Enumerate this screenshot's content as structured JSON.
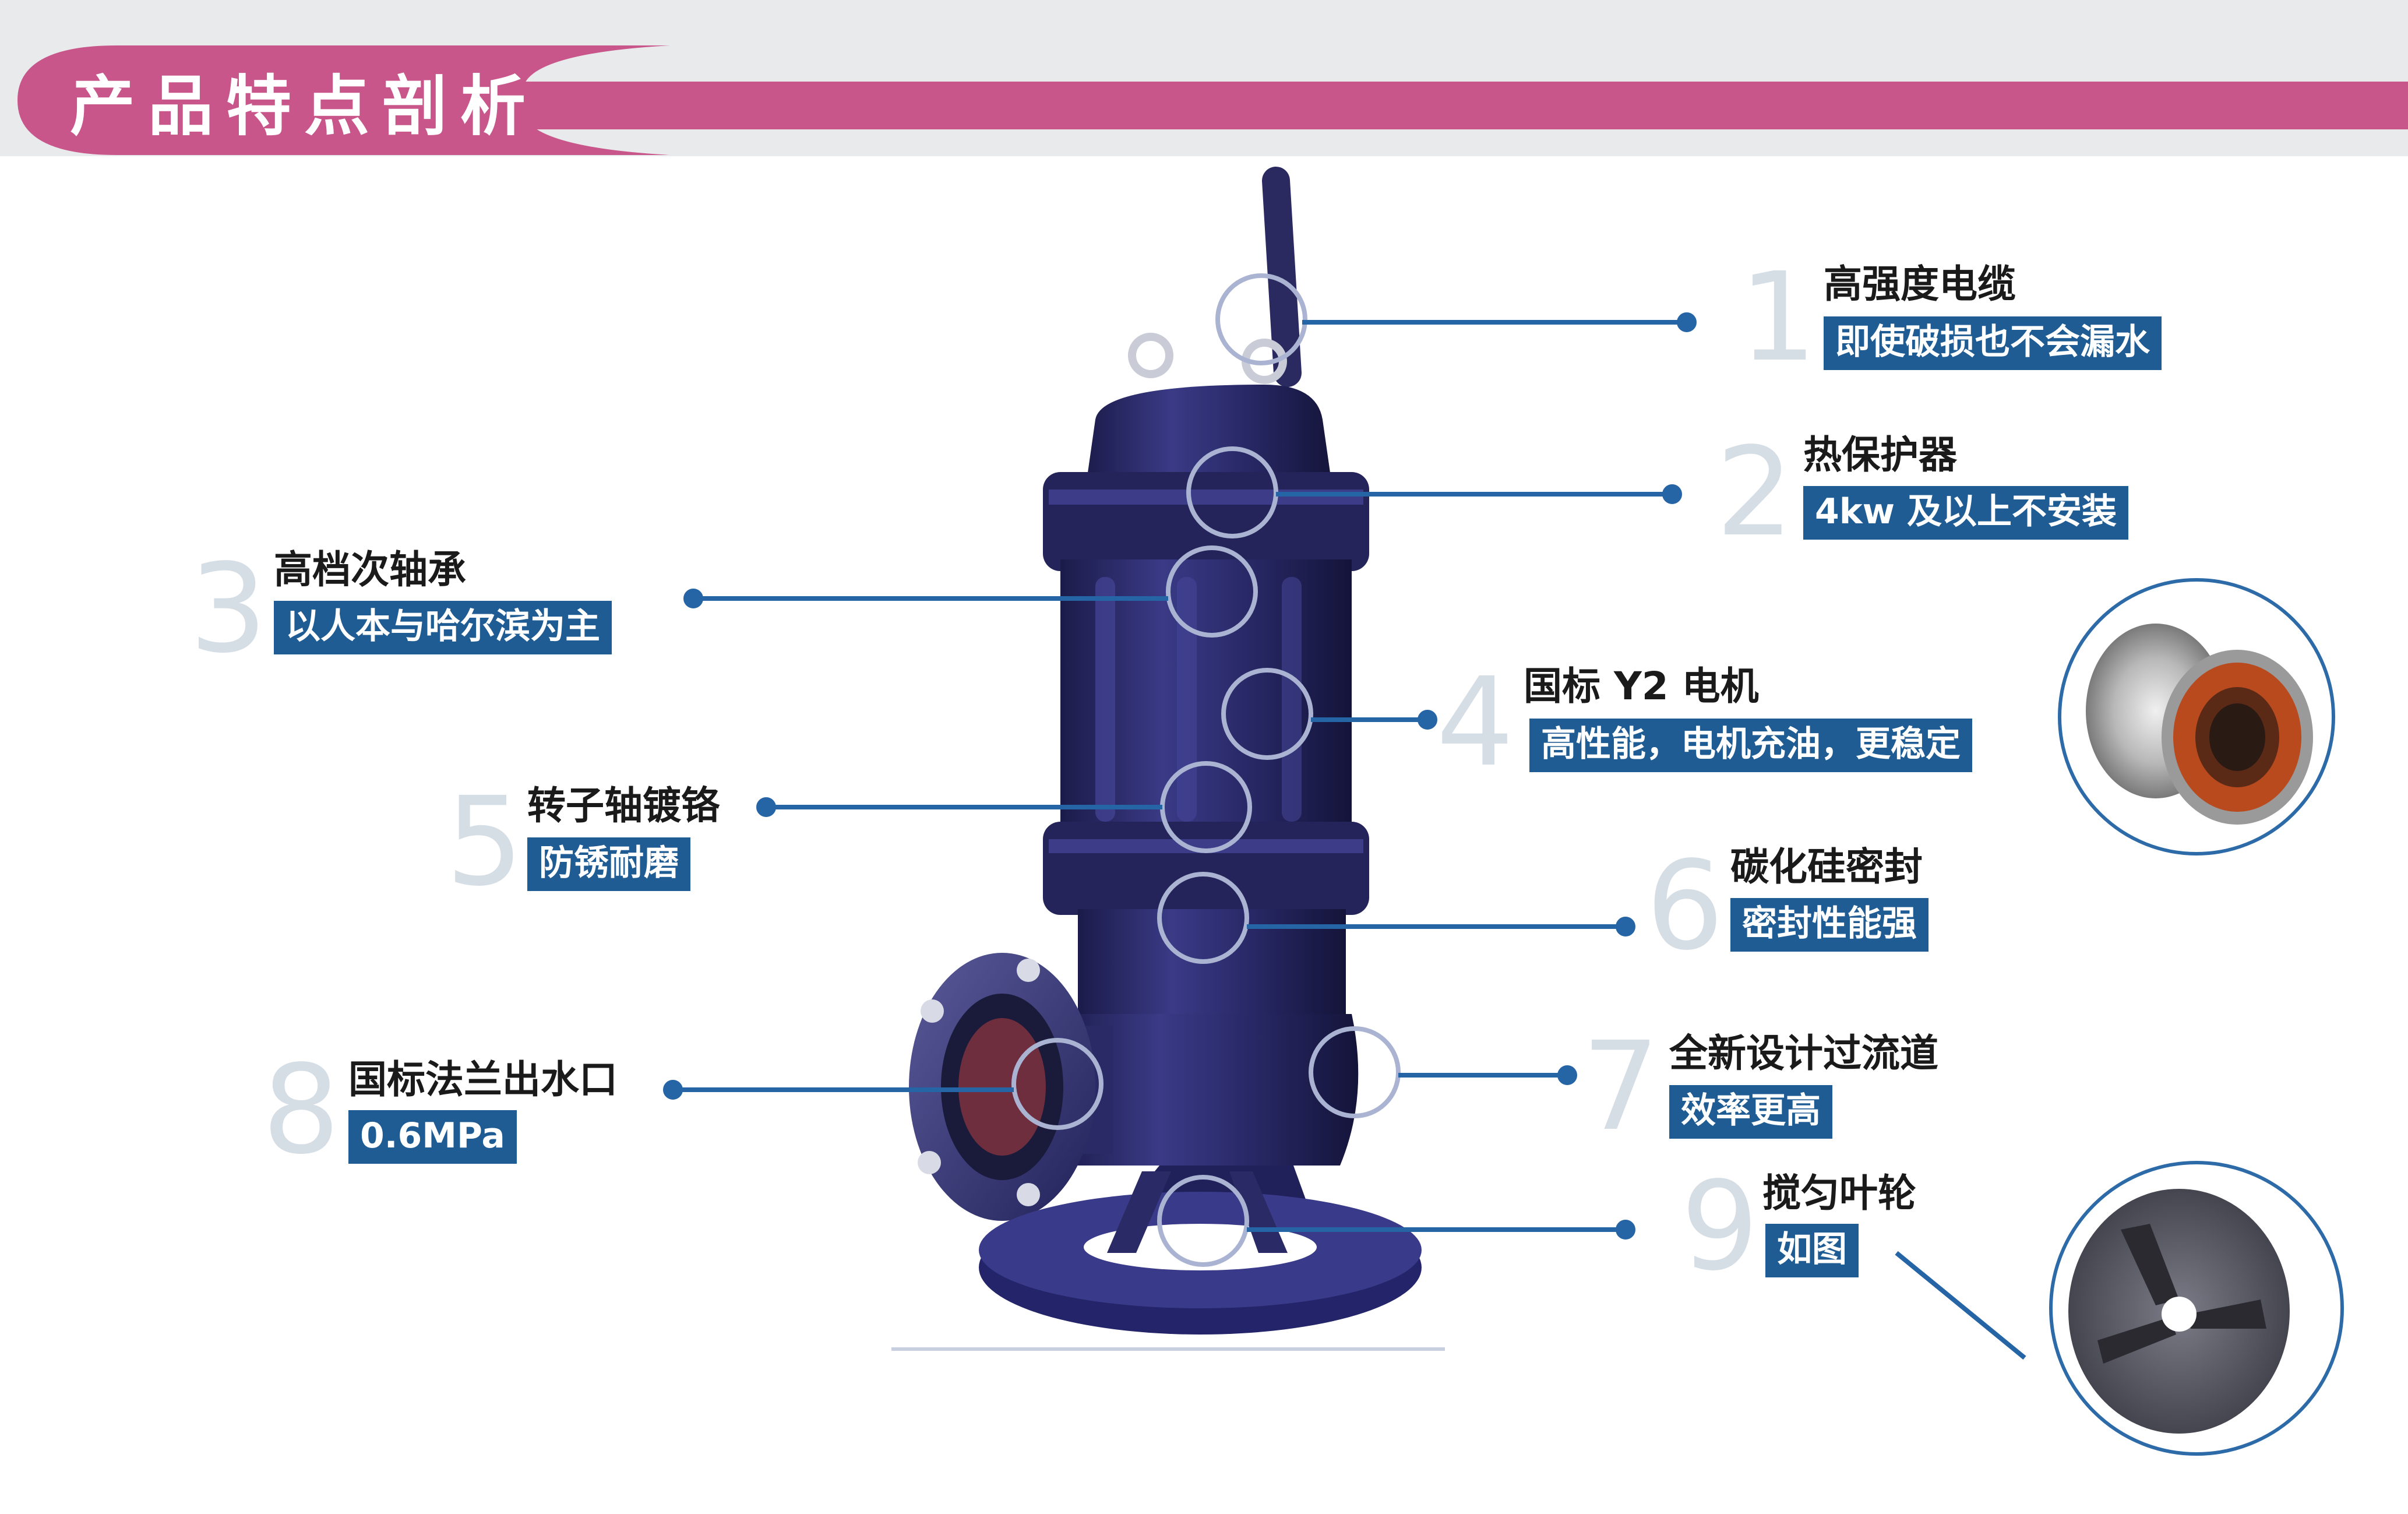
{
  "banner": {
    "title": "产品特点剖析"
  },
  "features": [
    {
      "number": "1",
      "title": "高强度电缆",
      "detail": "即使破损也不会漏水"
    },
    {
      "number": "2",
      "title": "热保护器",
      "detail": "4kw 及以上不安装"
    },
    {
      "number": "3",
      "title": "高档次轴承",
      "detail": "以人本与哈尔滨为主"
    },
    {
      "number": "4",
      "title": "国标 Y2 电机",
      "detail": "高性能，电机充油，更稳定"
    },
    {
      "number": "5",
      "title": "转子轴镀铬",
      "detail": "防锈耐磨"
    },
    {
      "number": "6",
      "title": "碳化硅密封",
      "detail": "密封性能强"
    },
    {
      "number": "7",
      "title": "全新设计过流道",
      "detail": "效率更高"
    },
    {
      "number": "8",
      "title": "国标法兰出水口",
      "detail": "0.6MPa"
    },
    {
      "number": "9",
      "title": "搅匀叶轮",
      "detail": "如图"
    }
  ],
  "colors": {
    "banner": "#c8568a",
    "label_bg": "#1f5c93",
    "leader": "#2565a6",
    "pump": "#24245a"
  }
}
